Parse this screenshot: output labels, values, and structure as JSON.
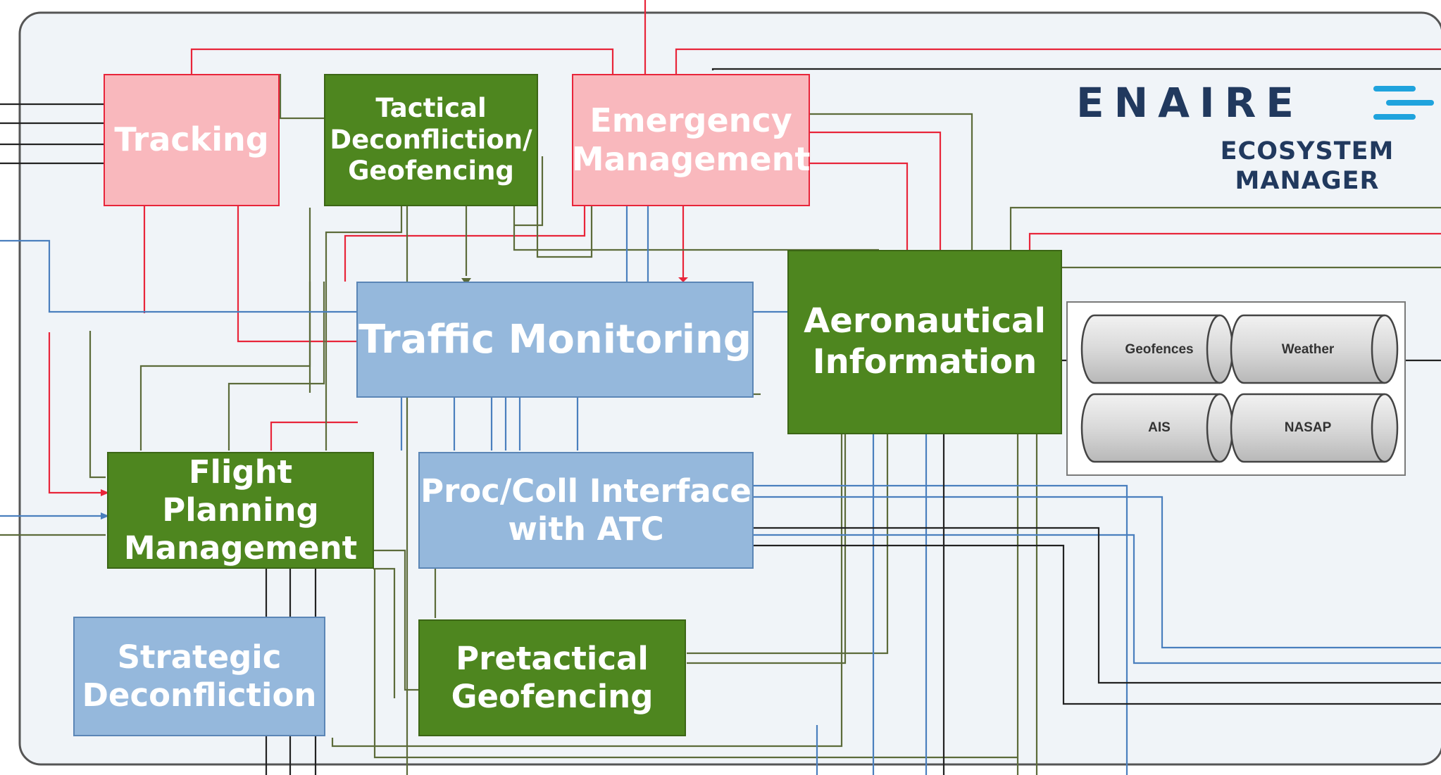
{
  "brand": {
    "logo_text": "ENAIRE",
    "subtitle_line1": "ECOSYSTEM",
    "subtitle_line2": "MANAGER"
  },
  "modules": {
    "tracking": "Tracking",
    "tactical": "Tactical\nDeconfliction/\nGeofencing",
    "emergency": "Emergency\nManagement",
    "traffic_monitoring": "Traffic Monitoring",
    "aeronautical": "Aeronautical\nInformation",
    "flight_planning": "Flight Planning\nManagement",
    "proc_coll": "Proc/Coll Interface\nwith ATC",
    "strategic": "Strategic\nDeconfliction",
    "pretactical": "Pretactical\nGeofencing"
  },
  "databases": [
    "Geofences",
    "Weather",
    "AIS",
    "NASAP"
  ],
  "colors": {
    "pink": "#f9b8bd",
    "pink_border": "#e8253a",
    "green": "#4e861f",
    "blue": "#95b8dc",
    "red_wire": "#e8253a",
    "olive_wire": "#5c6b3a",
    "blue_wire": "#4a7fbe",
    "black_wire": "#222222"
  }
}
